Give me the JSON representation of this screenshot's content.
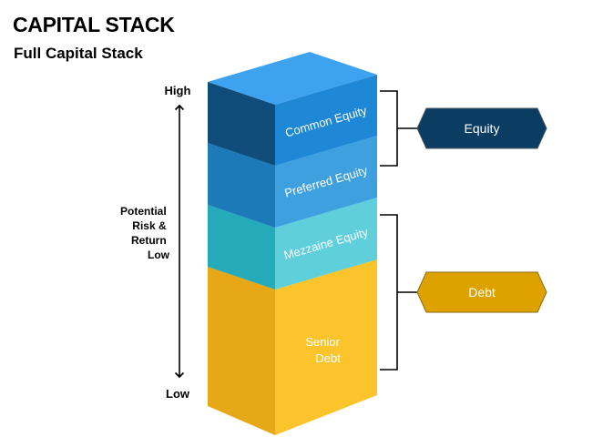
{
  "title": "CAPITAL STACK",
  "subtitle": "Full Capital Stack",
  "axis": {
    "high_label": "High",
    "low_label": "Low",
    "middle_lines": [
      "Potential",
      "Risk &",
      "Return",
      "Low"
    ]
  },
  "layers": [
    {
      "name": "Common Equity",
      "lines": [
        "Common Equity"
      ],
      "colors": {
        "front": "#0f4c7a",
        "side": "#1e88d6",
        "top": "#3da2f0"
      }
    },
    {
      "name": "Preferred Equity",
      "lines": [
        "Preferred Equity"
      ],
      "colors": {
        "front": "#1d7ab8",
        "side": "#3fa0e0",
        "top": "#8ecff4"
      }
    },
    {
      "name": "Mezzaine Equity",
      "lines": [
        "Mezzaine Equity"
      ],
      "colors": {
        "front": "#24aab8",
        "side": "#5fcfdc",
        "top": "#a6e6ee"
      }
    },
    {
      "name": "Senior Debt",
      "lines": [
        "Senior",
        "Debt"
      ],
      "colors": {
        "front": "#e6a817",
        "side": "#fbc42b",
        "top": "#fde08a"
      }
    }
  ],
  "tags": {
    "equity": {
      "label": "Equity",
      "color": "#0b3d63"
    },
    "debt": {
      "label": "Debt",
      "color": "#dda100"
    }
  }
}
